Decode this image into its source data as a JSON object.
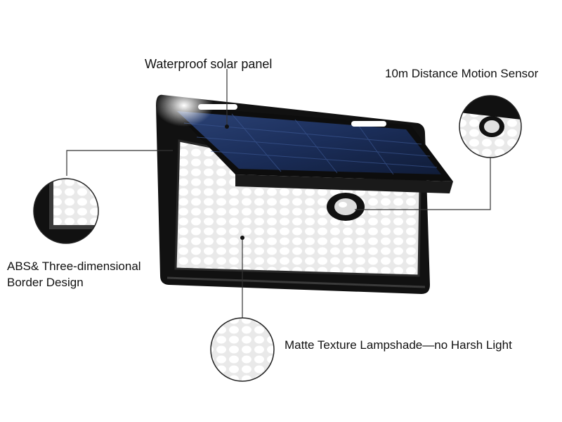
{
  "callouts": {
    "solar_panel": "Waterproof solar panel",
    "motion_sensor": "10m Distance Motion Sensor",
    "border_line1": "ABS& Three-dimensional",
    "border_line2": "Border Design",
    "lampshade": "Matte Texture Lampshade—no Harsh Light"
  },
  "colors": {
    "housing": "#111111",
    "panel": "#1b2e5a",
    "led": "#f2f2f2",
    "leader_line": "#333333"
  }
}
